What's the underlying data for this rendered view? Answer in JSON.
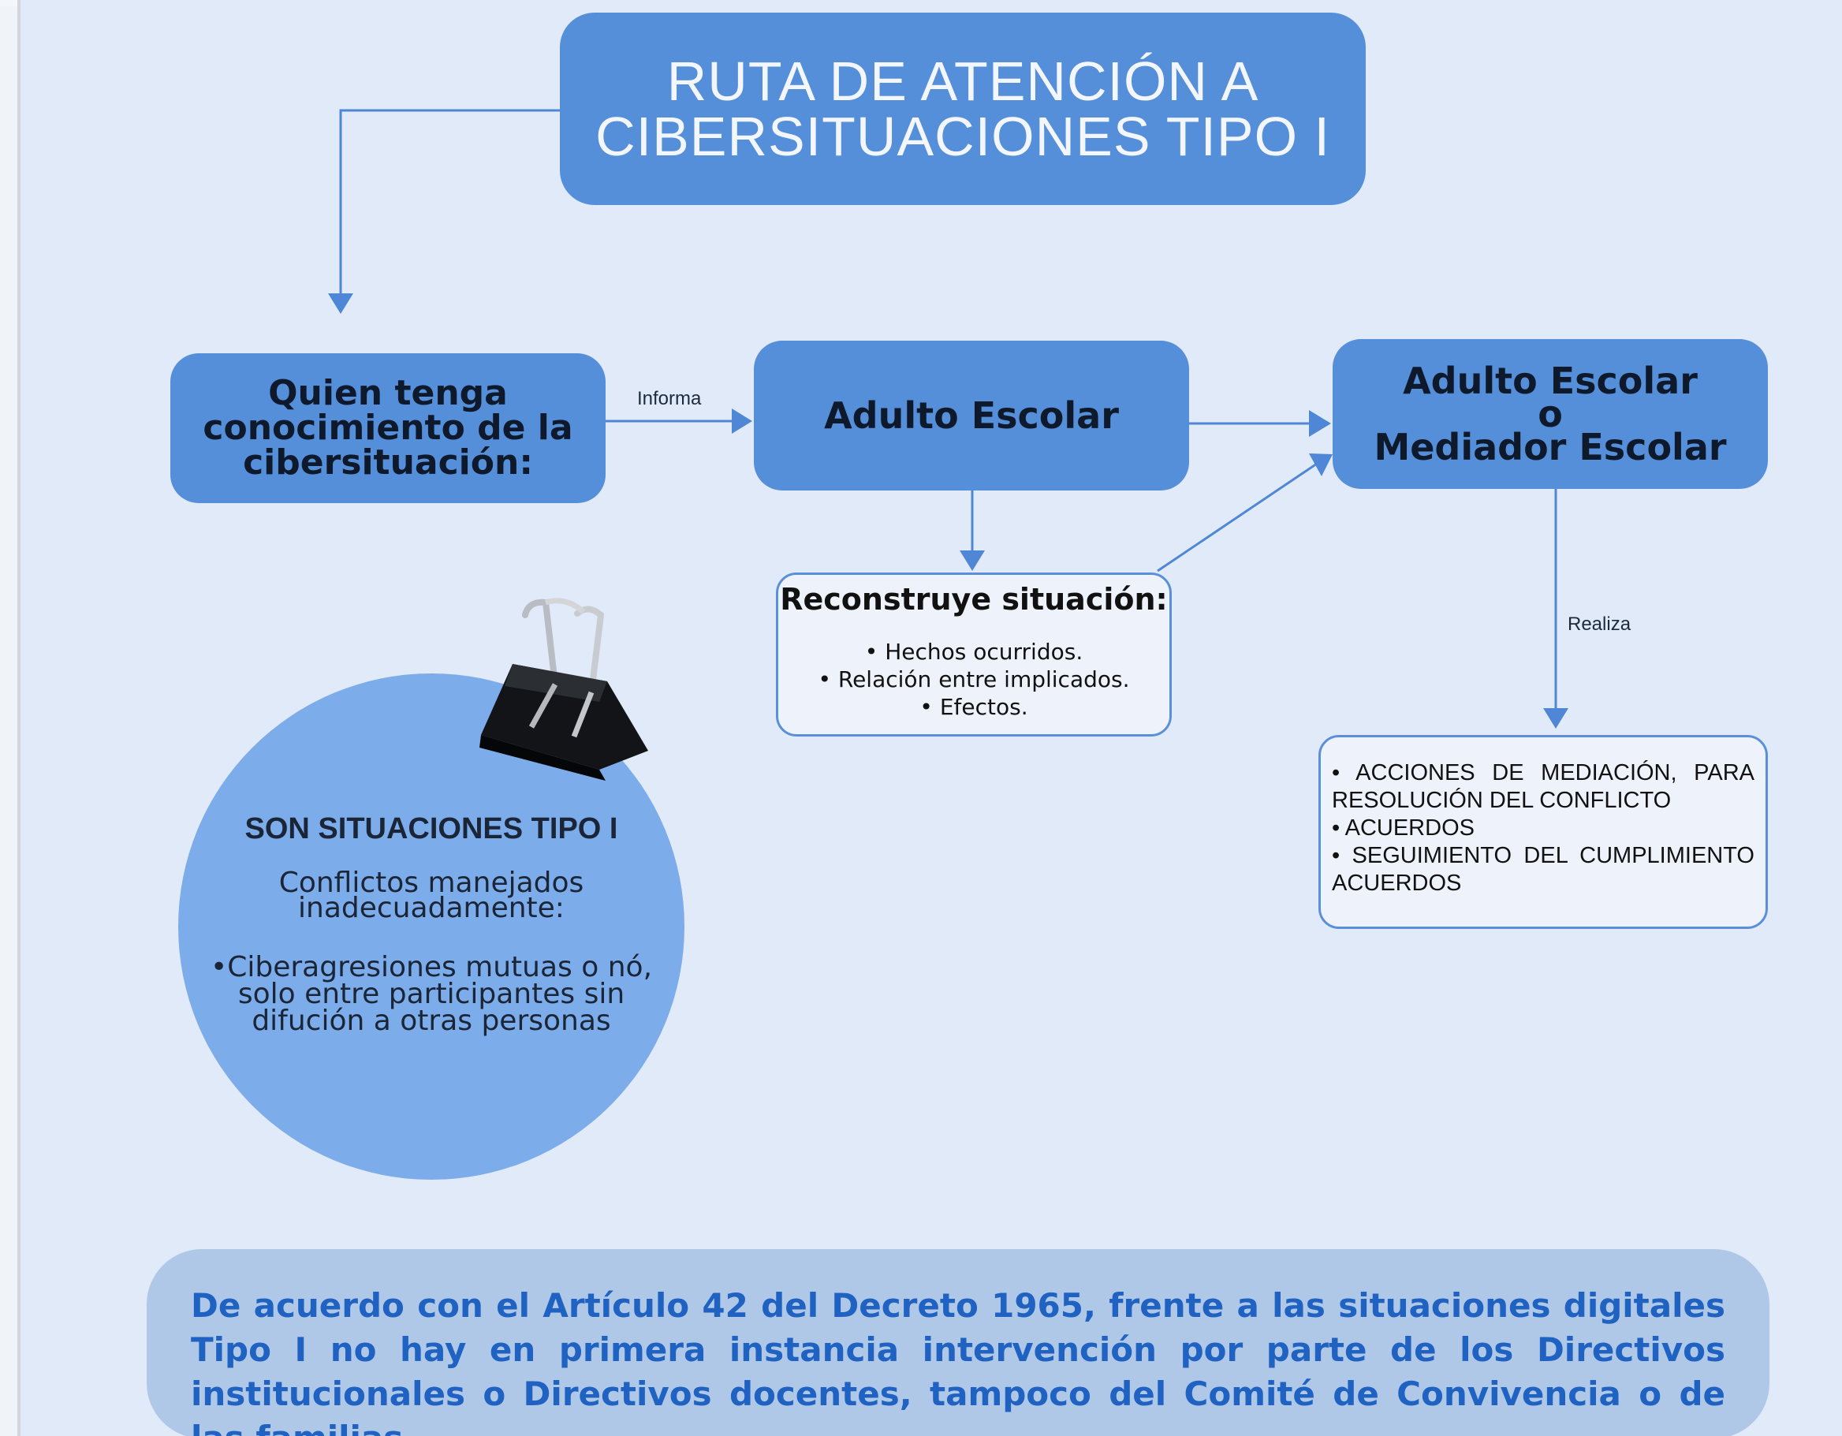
{
  "title": {
    "line1": "RUTA DE ATENCIÓN A",
    "line2": "CIBERSITUACIONES TIPO I"
  },
  "nodes": {
    "source": {
      "line1": "Quien tenga",
      "line2": "conocimiento de la",
      "line3": "cibersituación:"
    },
    "adult": "Adulto Escolar",
    "mediator": {
      "line1": "Adulto Escolar",
      "line2": "o",
      "line3": "Mediador Escolar"
    }
  },
  "edges": {
    "informs": "Informa",
    "performs": "Realiza"
  },
  "reconstruct": {
    "heading": "Reconstruye situación:",
    "items": [
      "• Hechos ocurridos.",
      "• Relación entre implicados.",
      "• Efectos."
    ]
  },
  "actions": {
    "items": [
      "• ACCIONES DE MEDIACIÓN, PARA RESOLUCIÓN DEL CONFLICTO",
      "• ACUERDOS",
      "• SEGUIMIENTO DEL CUMPLIMIENTO ACUERDOS"
    ]
  },
  "circle": {
    "title": "SON SITUACIONES TIPO I",
    "subtitle": "Conflictos manejados inadecuadamente:",
    "bullet": "•Ciberagresiones mutuas o nó, solo entre participantes sin difución a otras personas"
  },
  "footer": {
    "text": "De acuerdo con el Artículo 42 del Decreto 1965, frente a las situaciones digitales Tipo I no hay en primera instancia intervención por parte de los Directivos institucionales o Directivos docentes, tampoco del Comité de Convivencia o de las familias."
  },
  "colors": {
    "box": "#558fd9",
    "circle": "#7dacea",
    "footer_bg": "#afc8e7",
    "footer_text": "#1f62c2",
    "background": "#e1eaf8",
    "connector": "#4f87d6"
  },
  "icons": {
    "clip": "binder-clip-icon"
  }
}
